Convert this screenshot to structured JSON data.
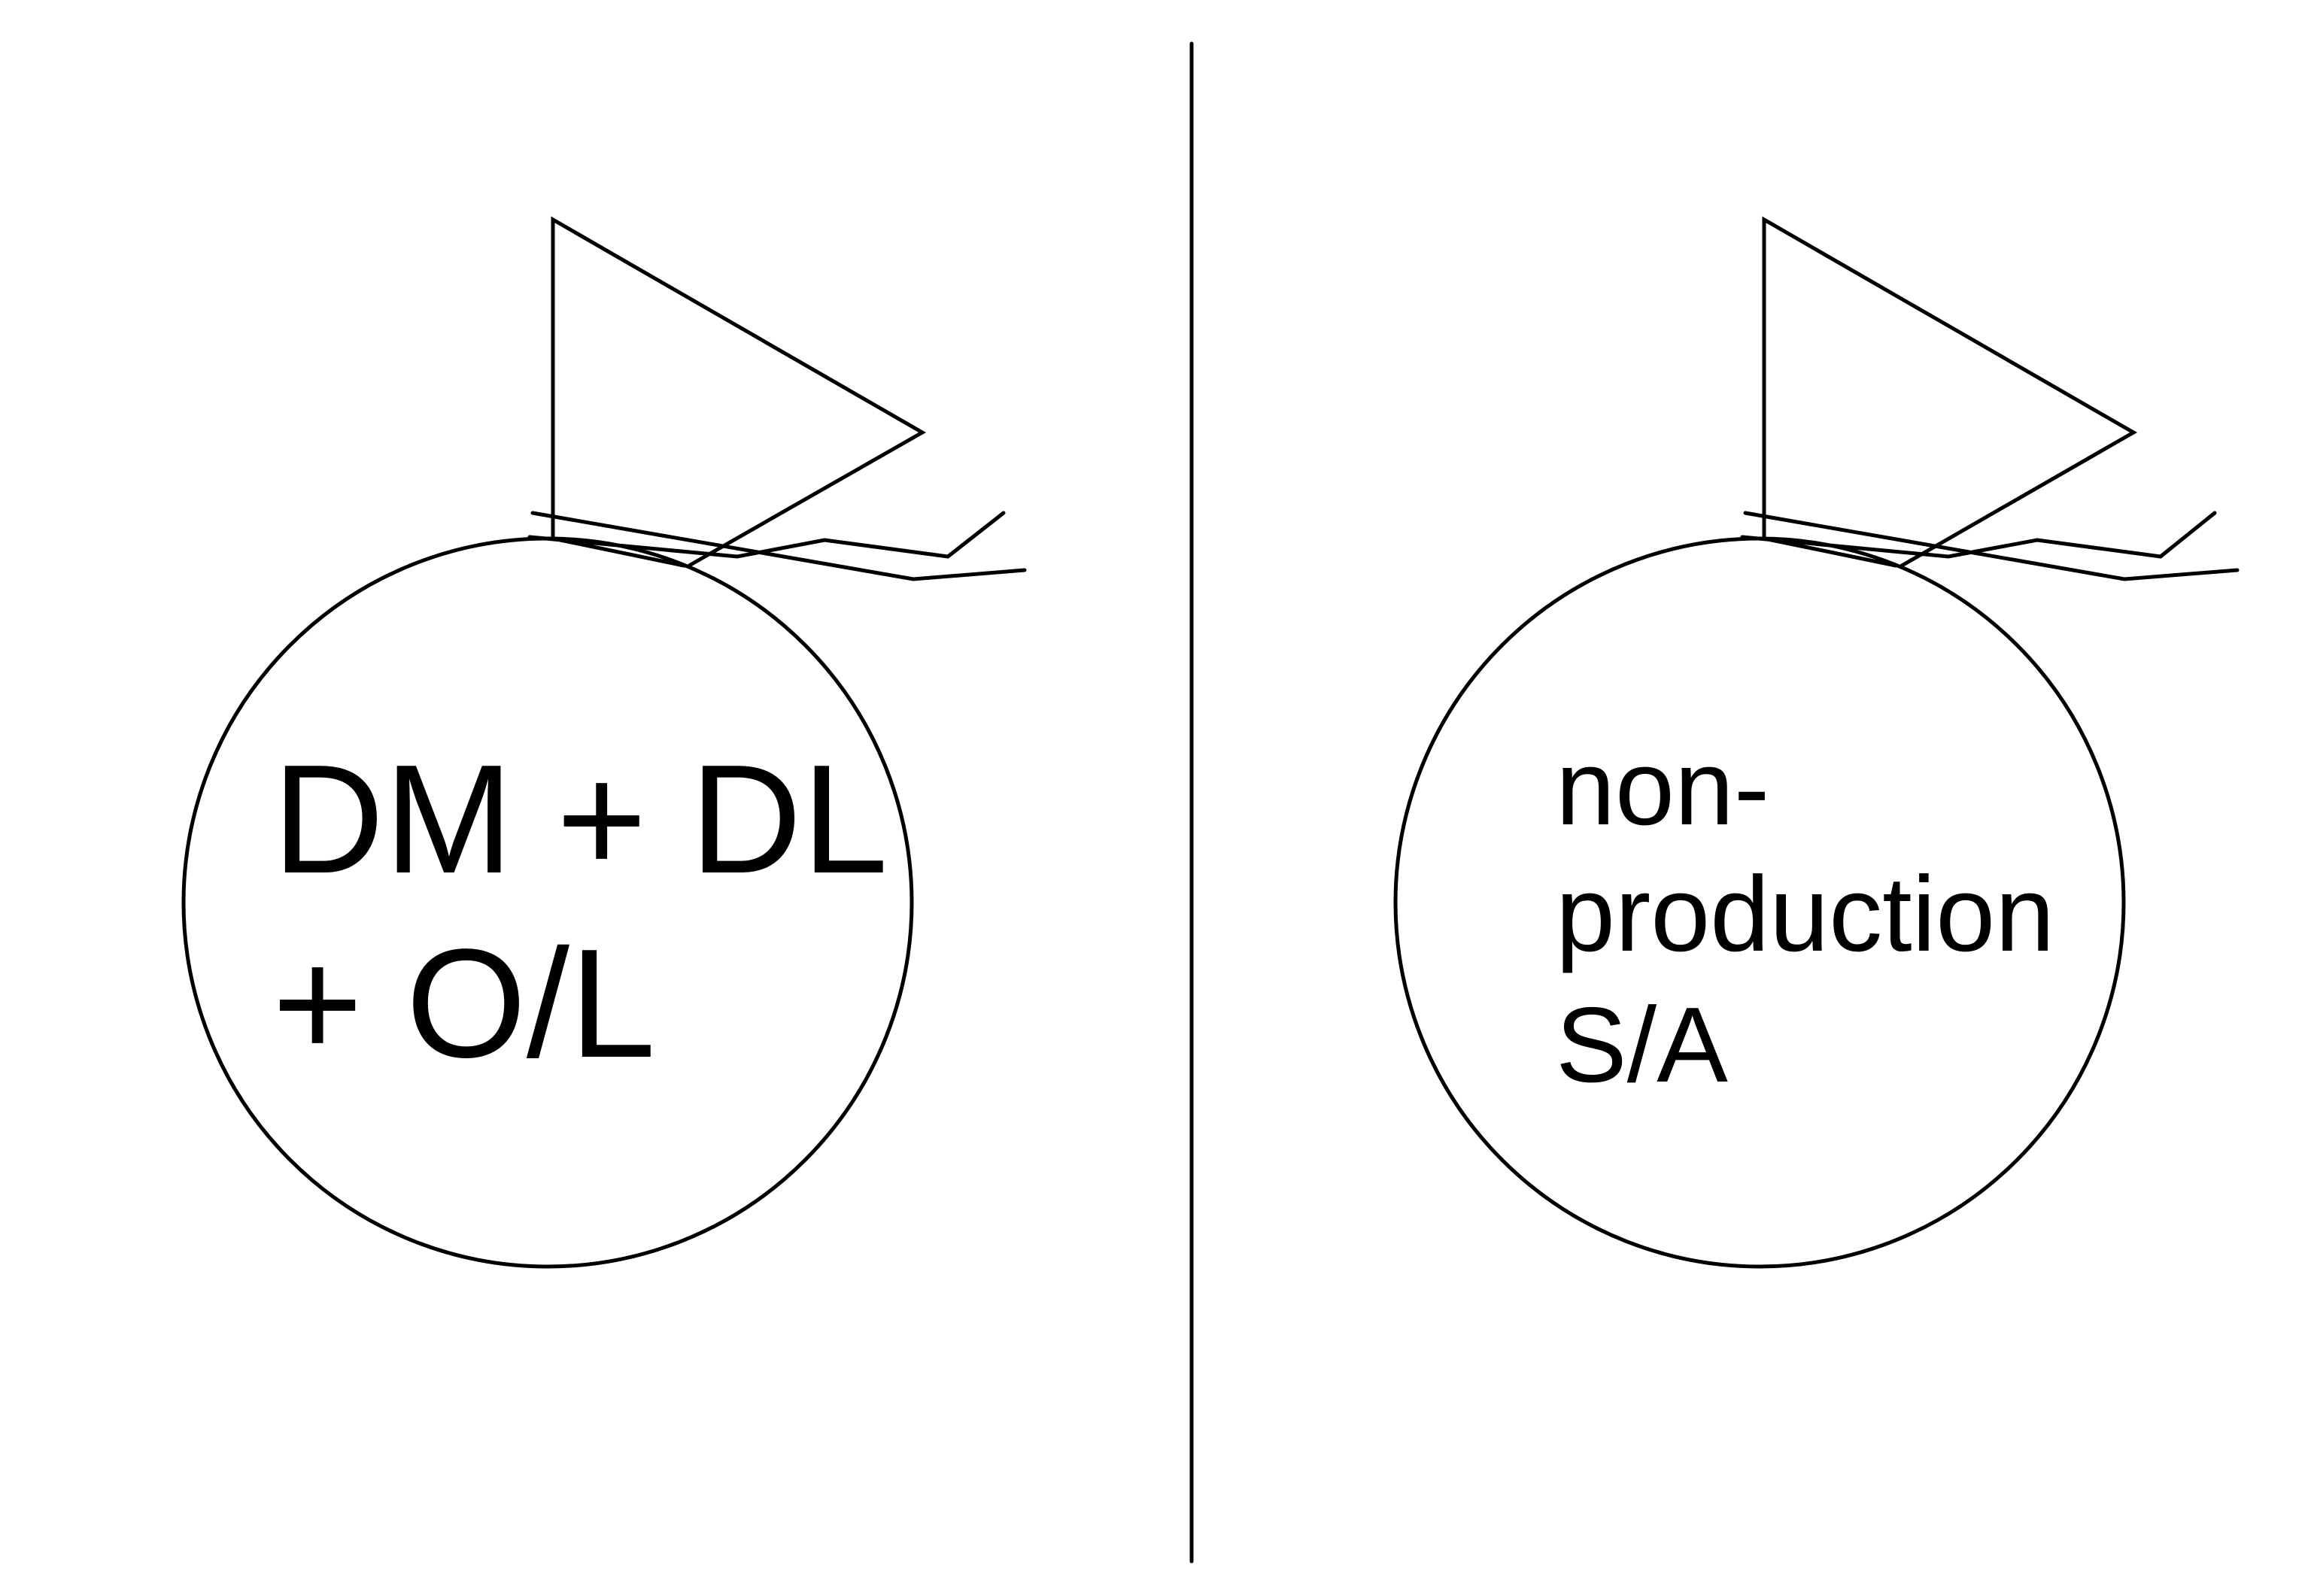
{
  "diagram": {
    "colors": {
      "background": "#ffffff",
      "ink": "#000000"
    },
    "left_panel": {
      "shape": "circle-with-flag",
      "text_lines": [
        "DM + DL",
        "+ O/L"
      ]
    },
    "right_panel": {
      "shape": "circle-with-flag",
      "text_lines": [
        "non-",
        "production",
        "S/A"
      ]
    }
  }
}
